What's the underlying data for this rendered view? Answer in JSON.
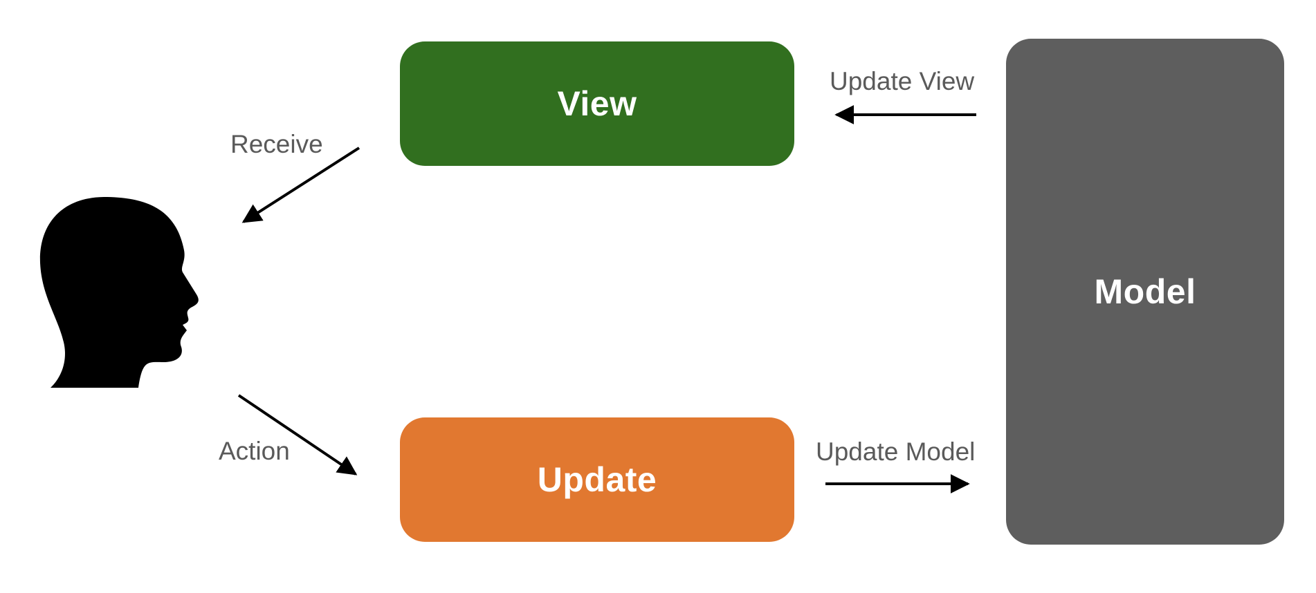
{
  "nodes": {
    "view": {
      "label": "View",
      "color": "#316f1f"
    },
    "update": {
      "label": "Update",
      "color": "#e17830"
    },
    "model": {
      "label": "Model",
      "color": "#5e5e5e"
    }
  },
  "edges": {
    "receive": {
      "label": "Receive"
    },
    "action": {
      "label": "Action"
    },
    "update_view": {
      "label": "Update View"
    },
    "update_model": {
      "label": "Update Model"
    }
  },
  "icons": {
    "person": "person-head-silhouette-icon"
  },
  "colors": {
    "arrow": "#000000",
    "edge_label": "#5a5a5a"
  }
}
